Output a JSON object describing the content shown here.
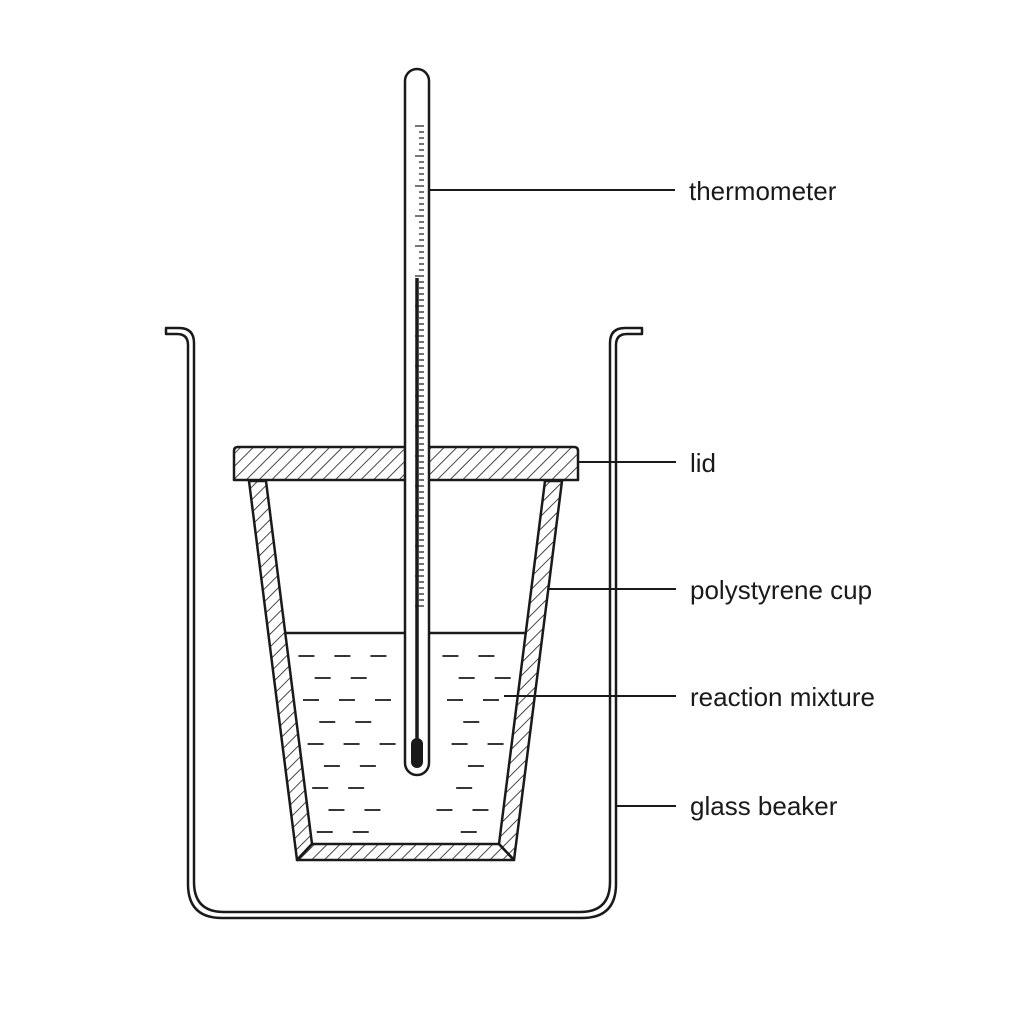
{
  "labels": {
    "thermometer": "thermometer",
    "lid": "lid",
    "cup": "polystyrene cup",
    "mixture": "reaction mixture",
    "beaker": "glass beaker"
  },
  "colors": {
    "line": "#1a1a1a",
    "background": "#ffffff"
  }
}
